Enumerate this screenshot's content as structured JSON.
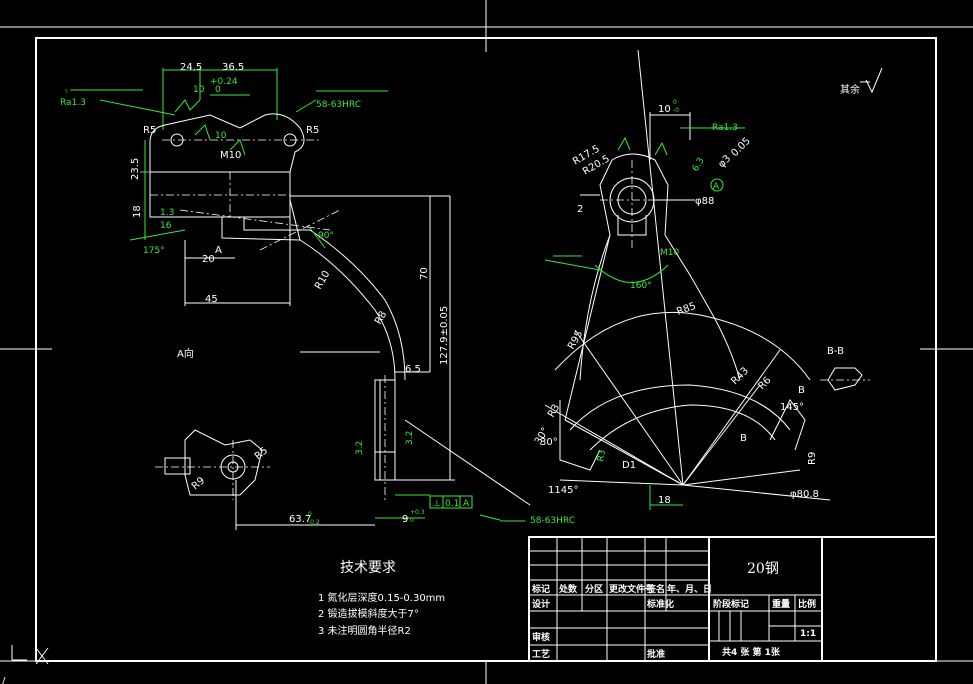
{
  "left_view": {
    "dims_top": [
      "24.5",
      "36.5"
    ],
    "tol_024": "+0.24",
    "tol_0": "0",
    "dim_10_top": "10",
    "note_left_1": "Ra1.3",
    "note_right_1": "58-63HRC",
    "r5_left": "R5",
    "r5_right": "R5",
    "dim_10": "10",
    "dim_m10": "M10",
    "dim_235": "23.5",
    "dim_18": "18",
    "dim_13": "1.3",
    "dim_16": "16",
    "dim_175": "175°",
    "dim_a": "A",
    "dim_20": "20",
    "dim_45": "45",
    "angle_90": "90°",
    "dim_70": "70",
    "dim_127": "127.9±0.05",
    "dim_r10": "R10",
    "dim_r8": "R8",
    "dim_65": "6.5",
    "dim_32a": "3.2",
    "dim_32b": "3.2",
    "a_view": "A向",
    "dim_637": "63.7",
    "tol_63": "0",
    "tol_63b": "-0.2",
    "dim_9": "9",
    "tol_9a": "+0.3",
    "tol_9b": "0",
    "gdt_sym": "⊥",
    "gdt_val": "0.1",
    "gdt_ref": "A",
    "note_bottom": "58-63HRC",
    "r5_a": "R5",
    "r9_a": "R9"
  },
  "right_view": {
    "note_top": "",
    "dim_10": "10",
    "tol_10a": "0",
    "tol_10b": "-0",
    "note_ra": "Ra1.3",
    "dim_r17": "R17.5",
    "dim_r205": "R20.5",
    "dim_2": "2",
    "dim_phi88": "φ88",
    "dim_m10": "M10",
    "dim_160": "160°",
    "circle_a": "A",
    "dim_phi3": "φ3",
    "dim_05": "0.05",
    "dim_63": "6.3",
    "dim_r85": "R85",
    "dim_r95": "R95",
    "dim_r3": "R3",
    "dim_30": "30°",
    "dim_30b": "30°",
    "dim_r6": "R6",
    "dim_r43": "R43",
    "dim_b1": "B",
    "dim_b2": "B",
    "dim_145": "145°",
    "dim_d1": "D1",
    "dim_r3b": "R3",
    "dim_18": "18",
    "dim_phi80": "φ80.8",
    "dim_r9": "R9",
    "dim_1145": "1145°",
    "dim_bb": "B-B",
    "dim_ra": "Ra",
    "rest": "其余"
  },
  "tech_req": {
    "title": "技术要求",
    "items": [
      "1  氮化层深度0.15-0.30mm",
      "2  锻造拔模斜度大于7°",
      "3  未注明圆角半径R2"
    ]
  },
  "title_block": {
    "material": "20钢",
    "part_name": "",
    "row_labels": [
      "标记",
      "处数",
      "分区",
      "更改文件号",
      "签名",
      "年、月、日"
    ],
    "design": "设计",
    "standard": "标准化",
    "review": "审核",
    "process": "工艺",
    "approve": "批准",
    "stage_mark": "阶段标记",
    "weight": "重量",
    "scale": "比例",
    "scale_val": "1:1",
    "sheets": "共4  张  第  1张"
  },
  "status": {
    "cmd": "/"
  }
}
